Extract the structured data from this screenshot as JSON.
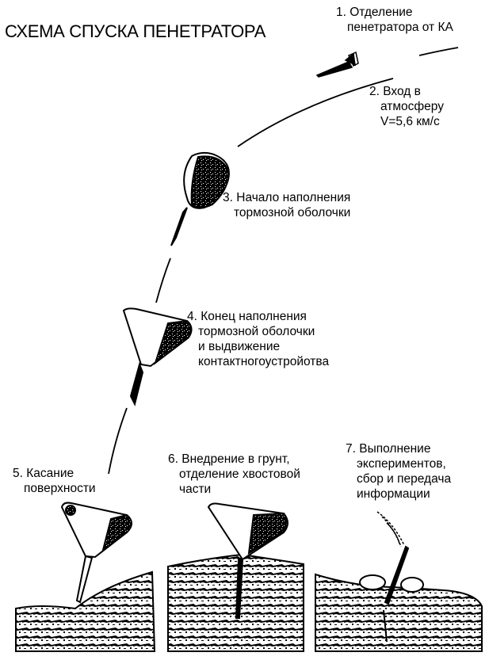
{
  "title": "СХЕМА СПУСКА ПЕНЕТРАТОРА",
  "colors": {
    "ink": "#000000",
    "paper": "#ffffff"
  },
  "steps": [
    {
      "number": "1.",
      "lines": [
        "Отделение",
        "пенетратора от КА"
      ]
    },
    {
      "number": "2.",
      "lines": [
        "Вход в",
        "атмосферу",
        "V=5,6 км/с"
      ]
    },
    {
      "number": "3.",
      "lines": [
        "Начало наполнения",
        "тормозной оболочки"
      ]
    },
    {
      "number": "4.",
      "lines": [
        "Конец наполнения",
        "тормозной оболочки",
        "и выдвижение",
        "контактногоустройотва"
      ]
    },
    {
      "number": "5.",
      "lines": [
        "Касание",
        "поверхности"
      ]
    },
    {
      "number": "6.",
      "lines": [
        "Внедрение в грунт,",
        "отделение хвостовой",
        "части"
      ]
    },
    {
      "number": "7.",
      "lines": [
        "Выполнение",
        "экспериментов,",
        "сбор и передача",
        "информации"
      ]
    }
  ]
}
